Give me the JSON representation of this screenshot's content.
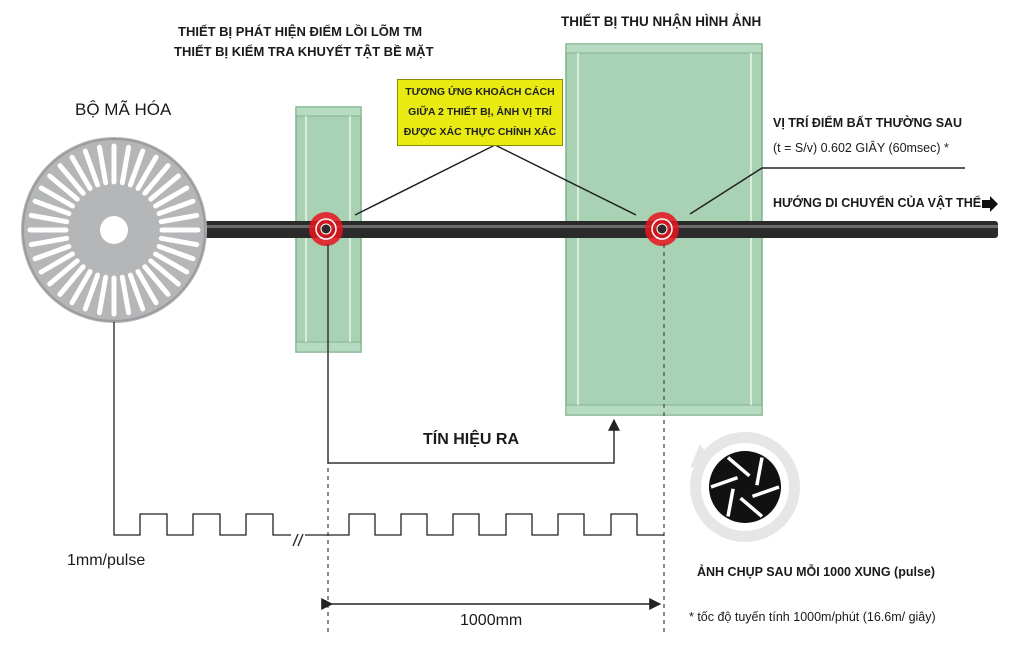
{
  "labels": {
    "detector_line1": "THIẾT BỊ PHÁT HIỆN ĐIỂM LỒI LÕM TM",
    "detector_line2": "THIẾT BỊ KIỂM TRA KHUYẾT TẬT BỀ MẶT",
    "camera": "THIẾT BỊ THU NHẬN HÌNH ẢNH",
    "encoder": "BỘ MÃ HÓA",
    "callout_line1": "TƯƠNG ỨNG KHOÁCH CÁCH",
    "callout_line2": "GIỮA 2 THIẾT BỊ, ẢNH VỊ TRÍ",
    "callout_line3": "ĐƯỢC XÁC THỰC CHÍNH XÁC",
    "position_line1": "VỊ TRÍ ĐIỂM BẤT THƯỜNG SAU",
    "position_line2": "(t = S/v) 0.602 GIÂY (60msec) *",
    "direction": "HƯỚNG DI CHUYỂN CỦA VẬT THỂ",
    "signal_out": "TÍN HIỆU RA",
    "pulse_rate": "1mm/pulse",
    "capture": "ẢNH CHỤP SAU MỖI 1000 XUNG (pulse)",
    "distance": "1000mm",
    "speed_note": "* tốc độ tuyến tính 1000m/phút (16.6m/ giây)"
  },
  "colors": {
    "device_fill": "#a8d2b3",
    "device_border": "#7fb18e",
    "rod": "#222222",
    "marker": "#e8141e",
    "callout_fill": "#e8ea12",
    "encoder_disc": "#b2b3b5"
  },
  "icons": {
    "direction_arrow": "arrow-right-icon",
    "camera_shutter": "aperture-icon"
  }
}
